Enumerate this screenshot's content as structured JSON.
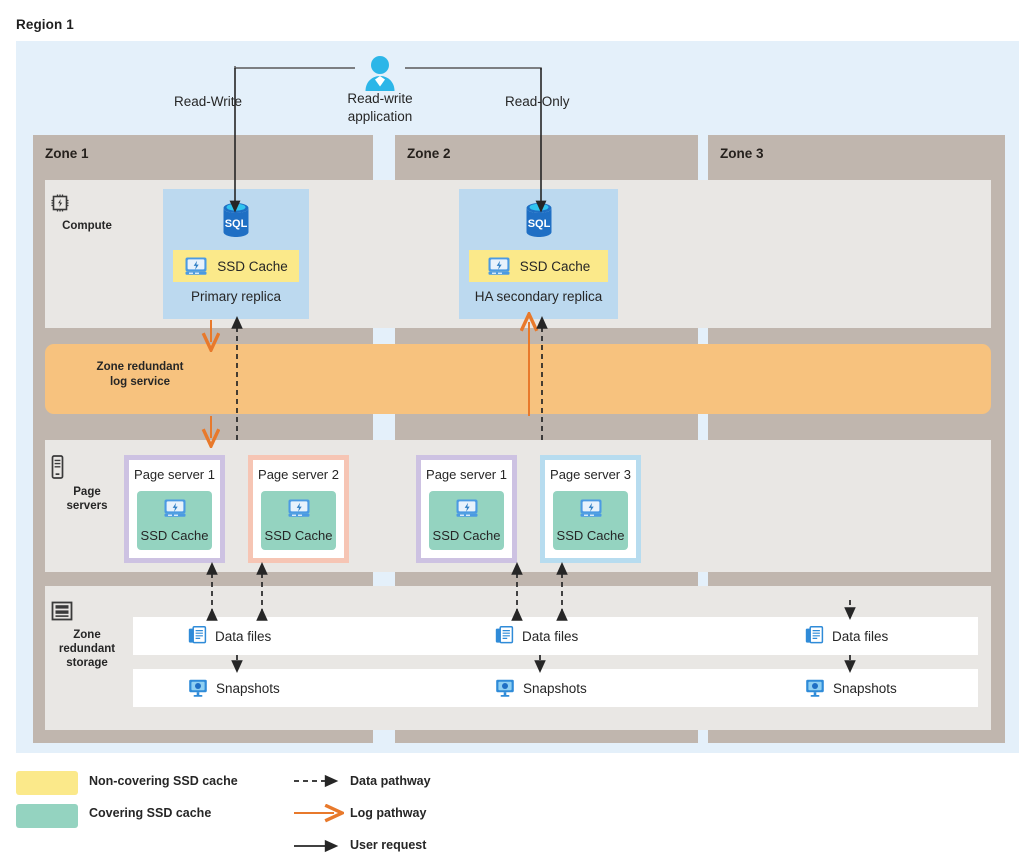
{
  "region": {
    "title": "Region 1"
  },
  "app": {
    "label": "Read-write\napplication",
    "label_line1": "Read-write",
    "label_line2": "application",
    "left_path": "Read-Write",
    "right_path": "Read-Only",
    "icon": "user-icon"
  },
  "zones": [
    {
      "label": "Zone 1"
    },
    {
      "label": "Zone 2"
    },
    {
      "label": "Zone 3"
    }
  ],
  "rows": {
    "compute": {
      "label": "Compute",
      "icon": "cpu-icon"
    },
    "page_servers": {
      "label": "Page\nservers",
      "label_line1": "Page",
      "label_line2": "servers",
      "icon": "page-server-icon"
    },
    "storage": {
      "label": "Zone\nredundant\nstorage",
      "label_line1": "Zone",
      "label_line2": "redundant",
      "label_line3": "storage",
      "icon": "storage-icon"
    }
  },
  "log_service": {
    "label_line1": "Zone redundant",
    "label_line2": "log service",
    "color": "#f7c27e"
  },
  "replicas": [
    {
      "name": "Primary replica",
      "cache_label": "SSD Cache",
      "cache_type": "non-covering",
      "cache_color": "#fbe98a",
      "icon": "sql-database-icon",
      "zone": "Zone 1"
    },
    {
      "name": "HA secondary replica",
      "cache_label": "SSD Cache",
      "cache_type": "non-covering",
      "cache_color": "#fbe98a",
      "icon": "sql-database-icon",
      "zone": "Zone 2"
    }
  ],
  "page_servers": [
    {
      "name": "Page server 1",
      "cache_label": "SSD Cache",
      "border_color": "#cdc2e2",
      "zone": "Zone 1"
    },
    {
      "name": "Page server 2",
      "cache_label": "SSD Cache",
      "border_color": "#f6c5b4",
      "zone": "Zone 1"
    },
    {
      "name": "Page server 1",
      "cache_label": "SSD Cache",
      "border_color": "#cdc2e2",
      "zone": "Zone 2"
    },
    {
      "name": "Page server 3",
      "cache_label": "SSD Cache",
      "border_color": "#b7dcef",
      "zone": "Zone 2"
    }
  ],
  "storage": {
    "data_files": [
      {
        "label": "Data files",
        "icon": "data-files-icon"
      },
      {
        "label": "Data files",
        "icon": "data-files-icon"
      },
      {
        "label": "Data files",
        "icon": "data-files-icon"
      }
    ],
    "snapshots": [
      {
        "label": "Snapshots",
        "icon": "snapshots-icon"
      },
      {
        "label": "Snapshots",
        "icon": "snapshots-icon"
      },
      {
        "label": "Snapshots",
        "icon": "snapshots-icon"
      }
    ]
  },
  "legend": {
    "swatches": [
      {
        "label": "Non-covering SSD cache",
        "color": "#fbe98a"
      },
      {
        "label": "Covering SSD cache",
        "color": "#94d3c0"
      }
    ],
    "lines": [
      {
        "label": "Data pathway",
        "style": "dashed",
        "color": "#262626"
      },
      {
        "label": "Log pathway",
        "style": "solid",
        "color": "#e8792b"
      },
      {
        "label": "User request",
        "style": "solid",
        "color": "#262626"
      }
    ]
  },
  "colors": {
    "region_bg": "#e4f0fa",
    "zone_bar": "#c0b6ae",
    "row_panel": "#e9e7e4",
    "replica_bg": "#bcd9ef",
    "log_band": "#f7c27e",
    "covering_cache": "#94d3c0",
    "non_covering_cache": "#fbe98a",
    "log_arrow": "#e8792b",
    "data_arrow": "#262626"
  }
}
